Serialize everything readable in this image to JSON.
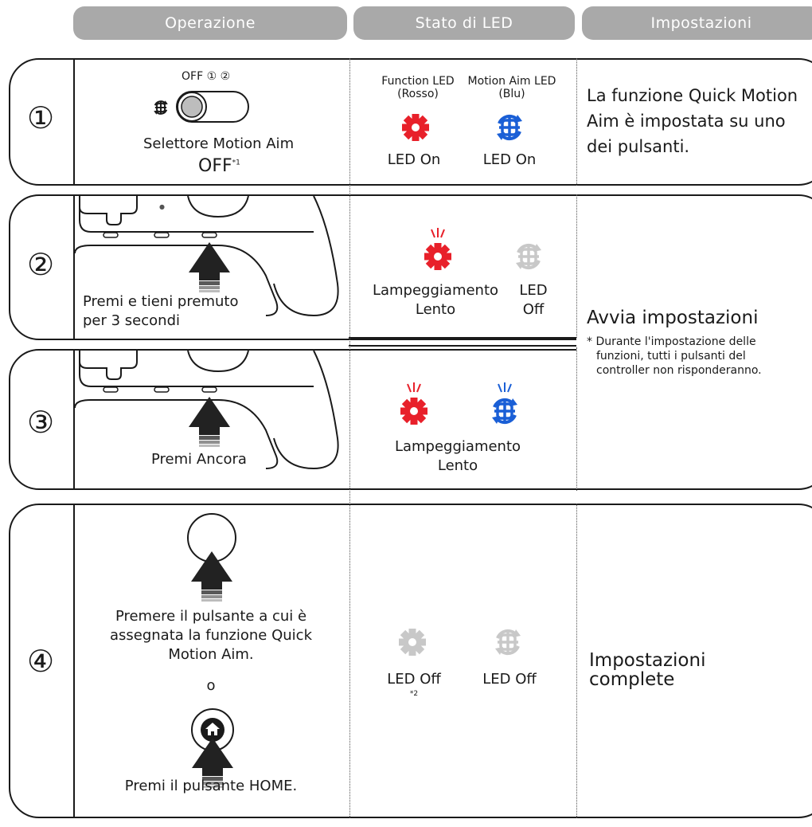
{
  "header": {
    "tabs": [
      {
        "label": "Operazione"
      },
      {
        "label": "Stato di LED"
      },
      {
        "label": "Impostazioni"
      }
    ]
  },
  "rows": [
    {
      "number": "①",
      "operation": {
        "switch_positions": "OFF ① ②",
        "selector_label": "Selettore Motion Aim",
        "selector_value": "OFF",
        "footnote_mark": "*1"
      },
      "led": {
        "function_led_title": "Function LED",
        "function_led_color": "(Rosso)",
        "motion_led_title": "Motion Aim LED",
        "motion_led_color": "(Blu)",
        "function_state": "LED On",
        "motion_state": "LED On"
      },
      "setting": "La funzione Quick Motion Aim è impostata su uno dei pulsanti."
    },
    {
      "number": "②",
      "operation": {
        "instruction_line1": "Premi e tieni premuto",
        "instruction_line2": "per 3 secondi"
      },
      "led": {
        "function_state_line1": "Lampeggiamento",
        "function_state_line2": "Lento",
        "motion_state_line1": "LED",
        "motion_state_line2": "Off"
      }
    },
    {
      "number": "③",
      "operation": {
        "instruction": "Premi Ancora"
      },
      "led": {
        "state_line1": "Lampeggiamento",
        "state_line2": "Lento"
      }
    },
    {
      "number": "④",
      "operation": {
        "instruction_line1": "Premere il pulsante a cui è",
        "instruction_line2": "assegnata la funzione Quick",
        "instruction_line3": "Motion Aim.",
        "or": "o",
        "home_instruction": "Premi il pulsante HOME."
      },
      "led": {
        "function_state": "LED Off",
        "function_footnote": "*2",
        "motion_state": "LED Off"
      },
      "setting_line1": "Impostazioni",
      "setting_line2": "complete"
    }
  ],
  "shared_setting": {
    "title": "Avvia impostazioni",
    "note_line1": "* Durante l'impostazione delle",
    "note_line2": "funzioni, tutti i pulsanti del",
    "note_line3": "controller non risponderanno."
  },
  "colors": {
    "header_bg": "#a9a9a9",
    "function_led": "#e8202a",
    "motion_led": "#1a5fd6",
    "led_off": "#c8c8c8",
    "border": "#1a1a1a"
  },
  "icons": [
    "gear-icon",
    "motion-aim-icon",
    "home-icon",
    "arrow-up-icon",
    "controller-icon",
    "switch-icon"
  ]
}
